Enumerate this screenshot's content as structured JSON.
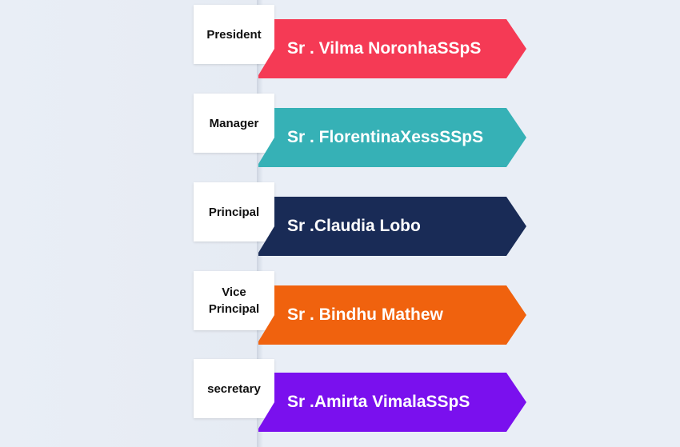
{
  "roles": [
    {
      "title": "President",
      "name": "Sr . Vilma NoronhaSSpS",
      "color": "#f53a55"
    },
    {
      "title": "Manager",
      "name": "Sr . FlorentinaXessSSpS",
      "color": "#36b1b6"
    },
    {
      "title": "Principal",
      "name": "Sr .Claudia Lobo",
      "color": "#192b56"
    },
    {
      "title": "Vice\nPrincipal",
      "name": "Sr . Bindhu Mathew",
      "color": "#f0620e"
    },
    {
      "title": "secretary",
      "name": "Sr .Amirta VimalaSSpS",
      "color": "#7a10ee"
    }
  ]
}
